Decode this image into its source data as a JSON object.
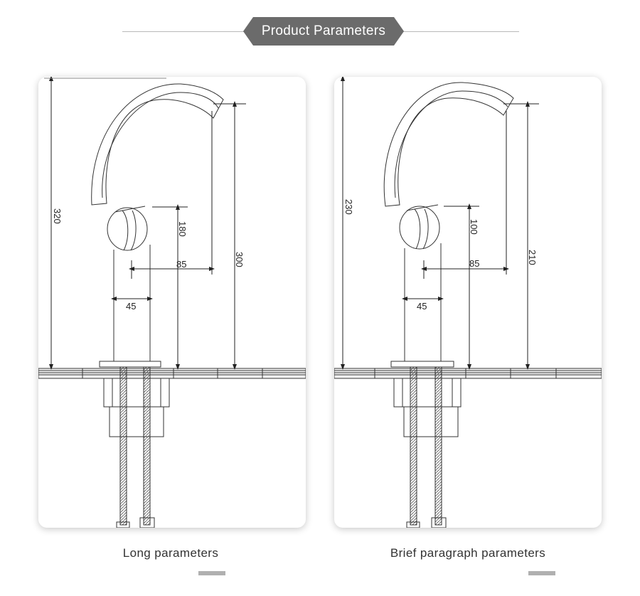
{
  "header": {
    "title": "Product Parameters"
  },
  "colors": {
    "badge": "#6b6b6b",
    "line": "#222222",
    "accent_bar": "#b0b0b0"
  },
  "panels": [
    {
      "caption": "Long parameters",
      "dims": {
        "total_height": "320",
        "handle_height": "180",
        "spout_height": "300",
        "reach": "85",
        "base": "45"
      }
    },
    {
      "caption": "Brief paragraph parameters",
      "dims": {
        "total_height": "230",
        "handle_height": "100",
        "spout_height": "210",
        "reach": "85",
        "base": "45"
      }
    }
  ]
}
